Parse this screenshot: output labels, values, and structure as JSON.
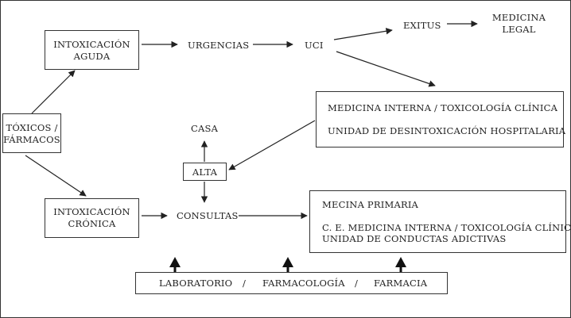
{
  "nodes": {
    "toxicos": "TÓXICOS /",
    "farmacos": "FÁRMACOS",
    "intox_aguda_1": "INTOXICACIÓN",
    "intox_aguda_2": "AGUDA",
    "urgencias": "URGENCIAS",
    "uci": "UCI",
    "exitus": "EXITUS",
    "medicina_legal_1": "MEDICINA",
    "medicina_legal_2": "LEGAL",
    "mi_line1": "MEDICINA INTERNA  /  TOXICOLOGÍA CLÍNICA",
    "mi_line2": "UNIDAD DE DESINTOXICACIÓN HOSPITALARIA",
    "casa": "CASA",
    "alta": "ALTA",
    "intox_cronica_1": "INTOXICACIÓN",
    "intox_cronica_2": "CRÓNICA",
    "consultas": "CONSULTAS",
    "ap_line1": "MECINA PRIMARIA",
    "ap_line2": "C. E. MEDICINA INTERNA  /  TOXICOLOGÍA CLÍNICA",
    "ap_line3": "UNIDAD DE CONDUCTAS ADICTIVAS",
    "laboratorio": "LABORATORIO",
    "sep1": "/",
    "farmacologia": "FARMACOLOGÍA",
    "sep2": "/",
    "farmacia": "FARMACIA"
  }
}
